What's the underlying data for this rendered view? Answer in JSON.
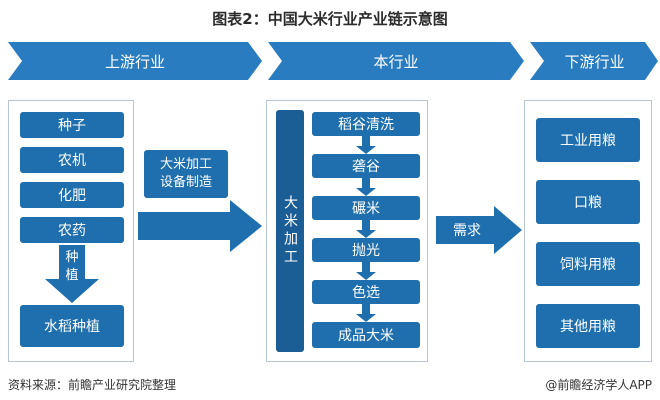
{
  "title": "图表2：中国大米行业产业链示意图",
  "bands": {
    "upstream": "上游行业",
    "this_industry": "本行业",
    "downstream": "下游行业"
  },
  "upstream": {
    "items": [
      "种子",
      "农机",
      "化肥",
      "农药"
    ],
    "arrow_label": "种\n植",
    "result": "水稻种植"
  },
  "processing_equipment": "大米加工\n设备制造",
  "this_industry": {
    "side_label": "大米加工",
    "steps": [
      "稻谷清洗",
      "砻谷",
      "碾米",
      "抛光",
      "色选",
      "成品大米"
    ]
  },
  "demand_label": "需求",
  "downstream": {
    "items": [
      "工业用粮",
      "口粮",
      "饲料用粮",
      "其他用粮"
    ]
  },
  "footer": {
    "source": "资料来源：前瞻产业研究院整理",
    "brand": "@前瞻经济学人APP"
  },
  "colors": {
    "primary": "#1f6fae",
    "band": "#2a7cc0"
  }
}
